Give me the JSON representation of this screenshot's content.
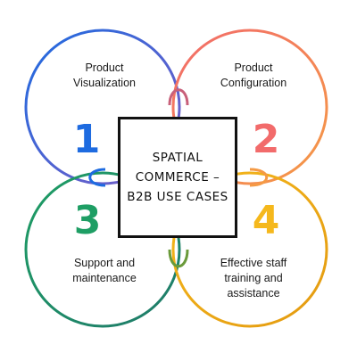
{
  "center": {
    "title": "SPATIAL\nCOMMERCE –\nB2B USE CASES"
  },
  "quadrants": [
    {
      "number": "1",
      "label": "Product\nVisualization",
      "colors": [
        "#1e6be0",
        "#7c5cc4"
      ]
    },
    {
      "number": "2",
      "label": "Product\nConfiguration",
      "colors": [
        "#f26b6b",
        "#f59a45"
      ]
    },
    {
      "number": "3",
      "label": "Support and\nmaintenance",
      "colors": [
        "#1e9e64",
        "#2f7e4c"
      ]
    },
    {
      "number": "4",
      "label": "Effective staff\ntraining and\nassistance",
      "colors": [
        "#f5b81c",
        "#e09b12"
      ]
    }
  ],
  "number_colors": [
    "#1e6be0",
    "#f26b6b",
    "#1e9e64",
    "#f5b81c"
  ]
}
